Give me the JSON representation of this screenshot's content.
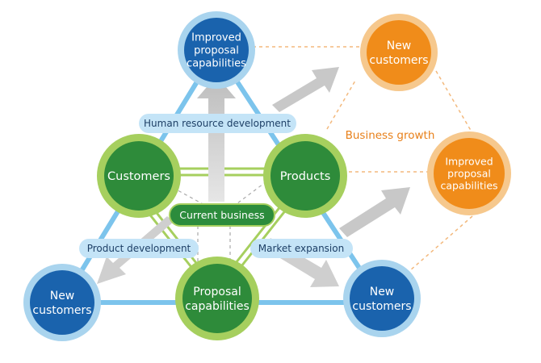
{
  "diagram": {
    "nodes": {
      "top_blue": "Improved\nproposal\ncapabilities",
      "new_customers_left": "New\ncustomers",
      "new_customers_right": "New\ncustomers",
      "customers": "Customers",
      "products": "Products",
      "proposal_capabilities": "Proposal\ncapabilities",
      "orange_new_customers": "New\ncustomers",
      "orange_improved": "Improved\nproposal\ncapabilities"
    },
    "pills": {
      "human_resource": "Human resource development",
      "product_development": "Product development",
      "market_expansion": "Market expansion",
      "current_business": "Current business"
    },
    "business_growth": "Business growth",
    "colors": {
      "blue_circle": "#1a63ad",
      "blue_ring": "#a9d4ee",
      "green_circle": "#2e8b3a",
      "green_ring": "#a6cf5e",
      "orange_circle": "#f08c1a",
      "orange_ring": "#f6c88d",
      "orange_text": "#e8801a",
      "light_blue_line": "#7cc4ec",
      "pill_fill": "#c4e4f7",
      "current_business_fill": "#2c8c3c",
      "arrow_gray": "#c4c4c4"
    }
  }
}
